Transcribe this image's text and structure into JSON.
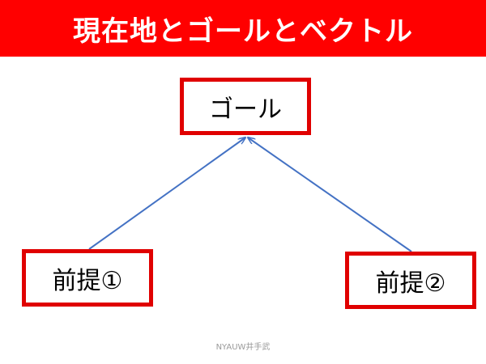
{
  "title": "現在地とゴールとベクトル",
  "nodes": {
    "goal": "ゴール",
    "premise1": "前提①",
    "premise2": "前提②"
  },
  "footer": "NYAUW井手武",
  "colors": {
    "title_bar": "#ff0000",
    "title_text": "#ffffff",
    "box_border": "#e00000",
    "arrow": "#4472c4"
  }
}
